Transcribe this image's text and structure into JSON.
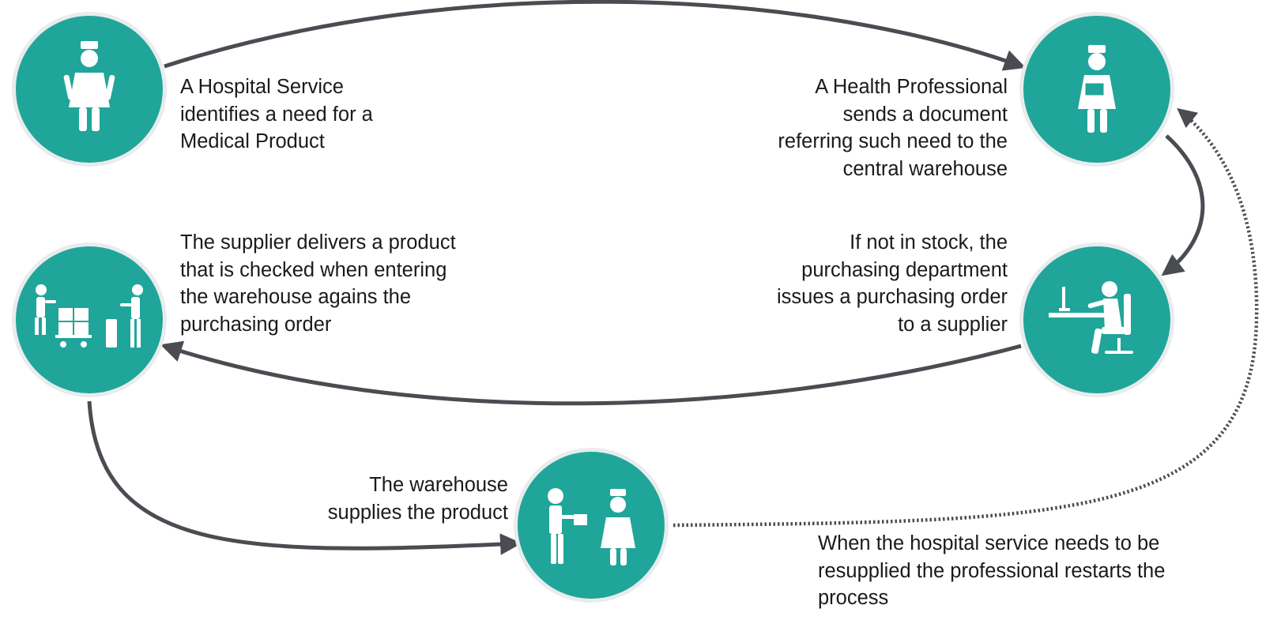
{
  "colors": {
    "node_fill": "#20a59a",
    "node_ring": "#e9ecec",
    "arrow": "#4a4c52",
    "icon": "#ffffff",
    "text": "#1a1a1a"
  },
  "steps": [
    {
      "id": "hospital-service",
      "icon": "nurse-icon",
      "lines": [
        "A Hospital Service",
        "identifies a need for a",
        "Medical Product"
      ]
    },
    {
      "id": "health-professional",
      "icon": "nurse-with-document-icon",
      "lines": [
        "A Health Professional",
        "sends a document",
        "referring such need to the",
        "central warehouse"
      ]
    },
    {
      "id": "purchasing-department",
      "icon": "office-worker-at-desk-icon",
      "lines": [
        "If not in stock, the",
        "purchasing department",
        "issues a purchasing order",
        "to a supplier"
      ]
    },
    {
      "id": "supplier-delivery",
      "icon": "delivery-workers-with-cart-icon",
      "lines": [
        "The supplier delivers a product",
        "that is checked when entering",
        "the warehouse agains the",
        "purchasing order"
      ]
    },
    {
      "id": "warehouse-supplies",
      "icon": "handover-to-nurse-icon",
      "lines": [
        "The warehouse",
        "supplies the product"
      ]
    }
  ],
  "restart_note": {
    "lines": [
      "When the hospital service needs to be",
      "resupplied the professional restarts the",
      "process"
    ]
  }
}
